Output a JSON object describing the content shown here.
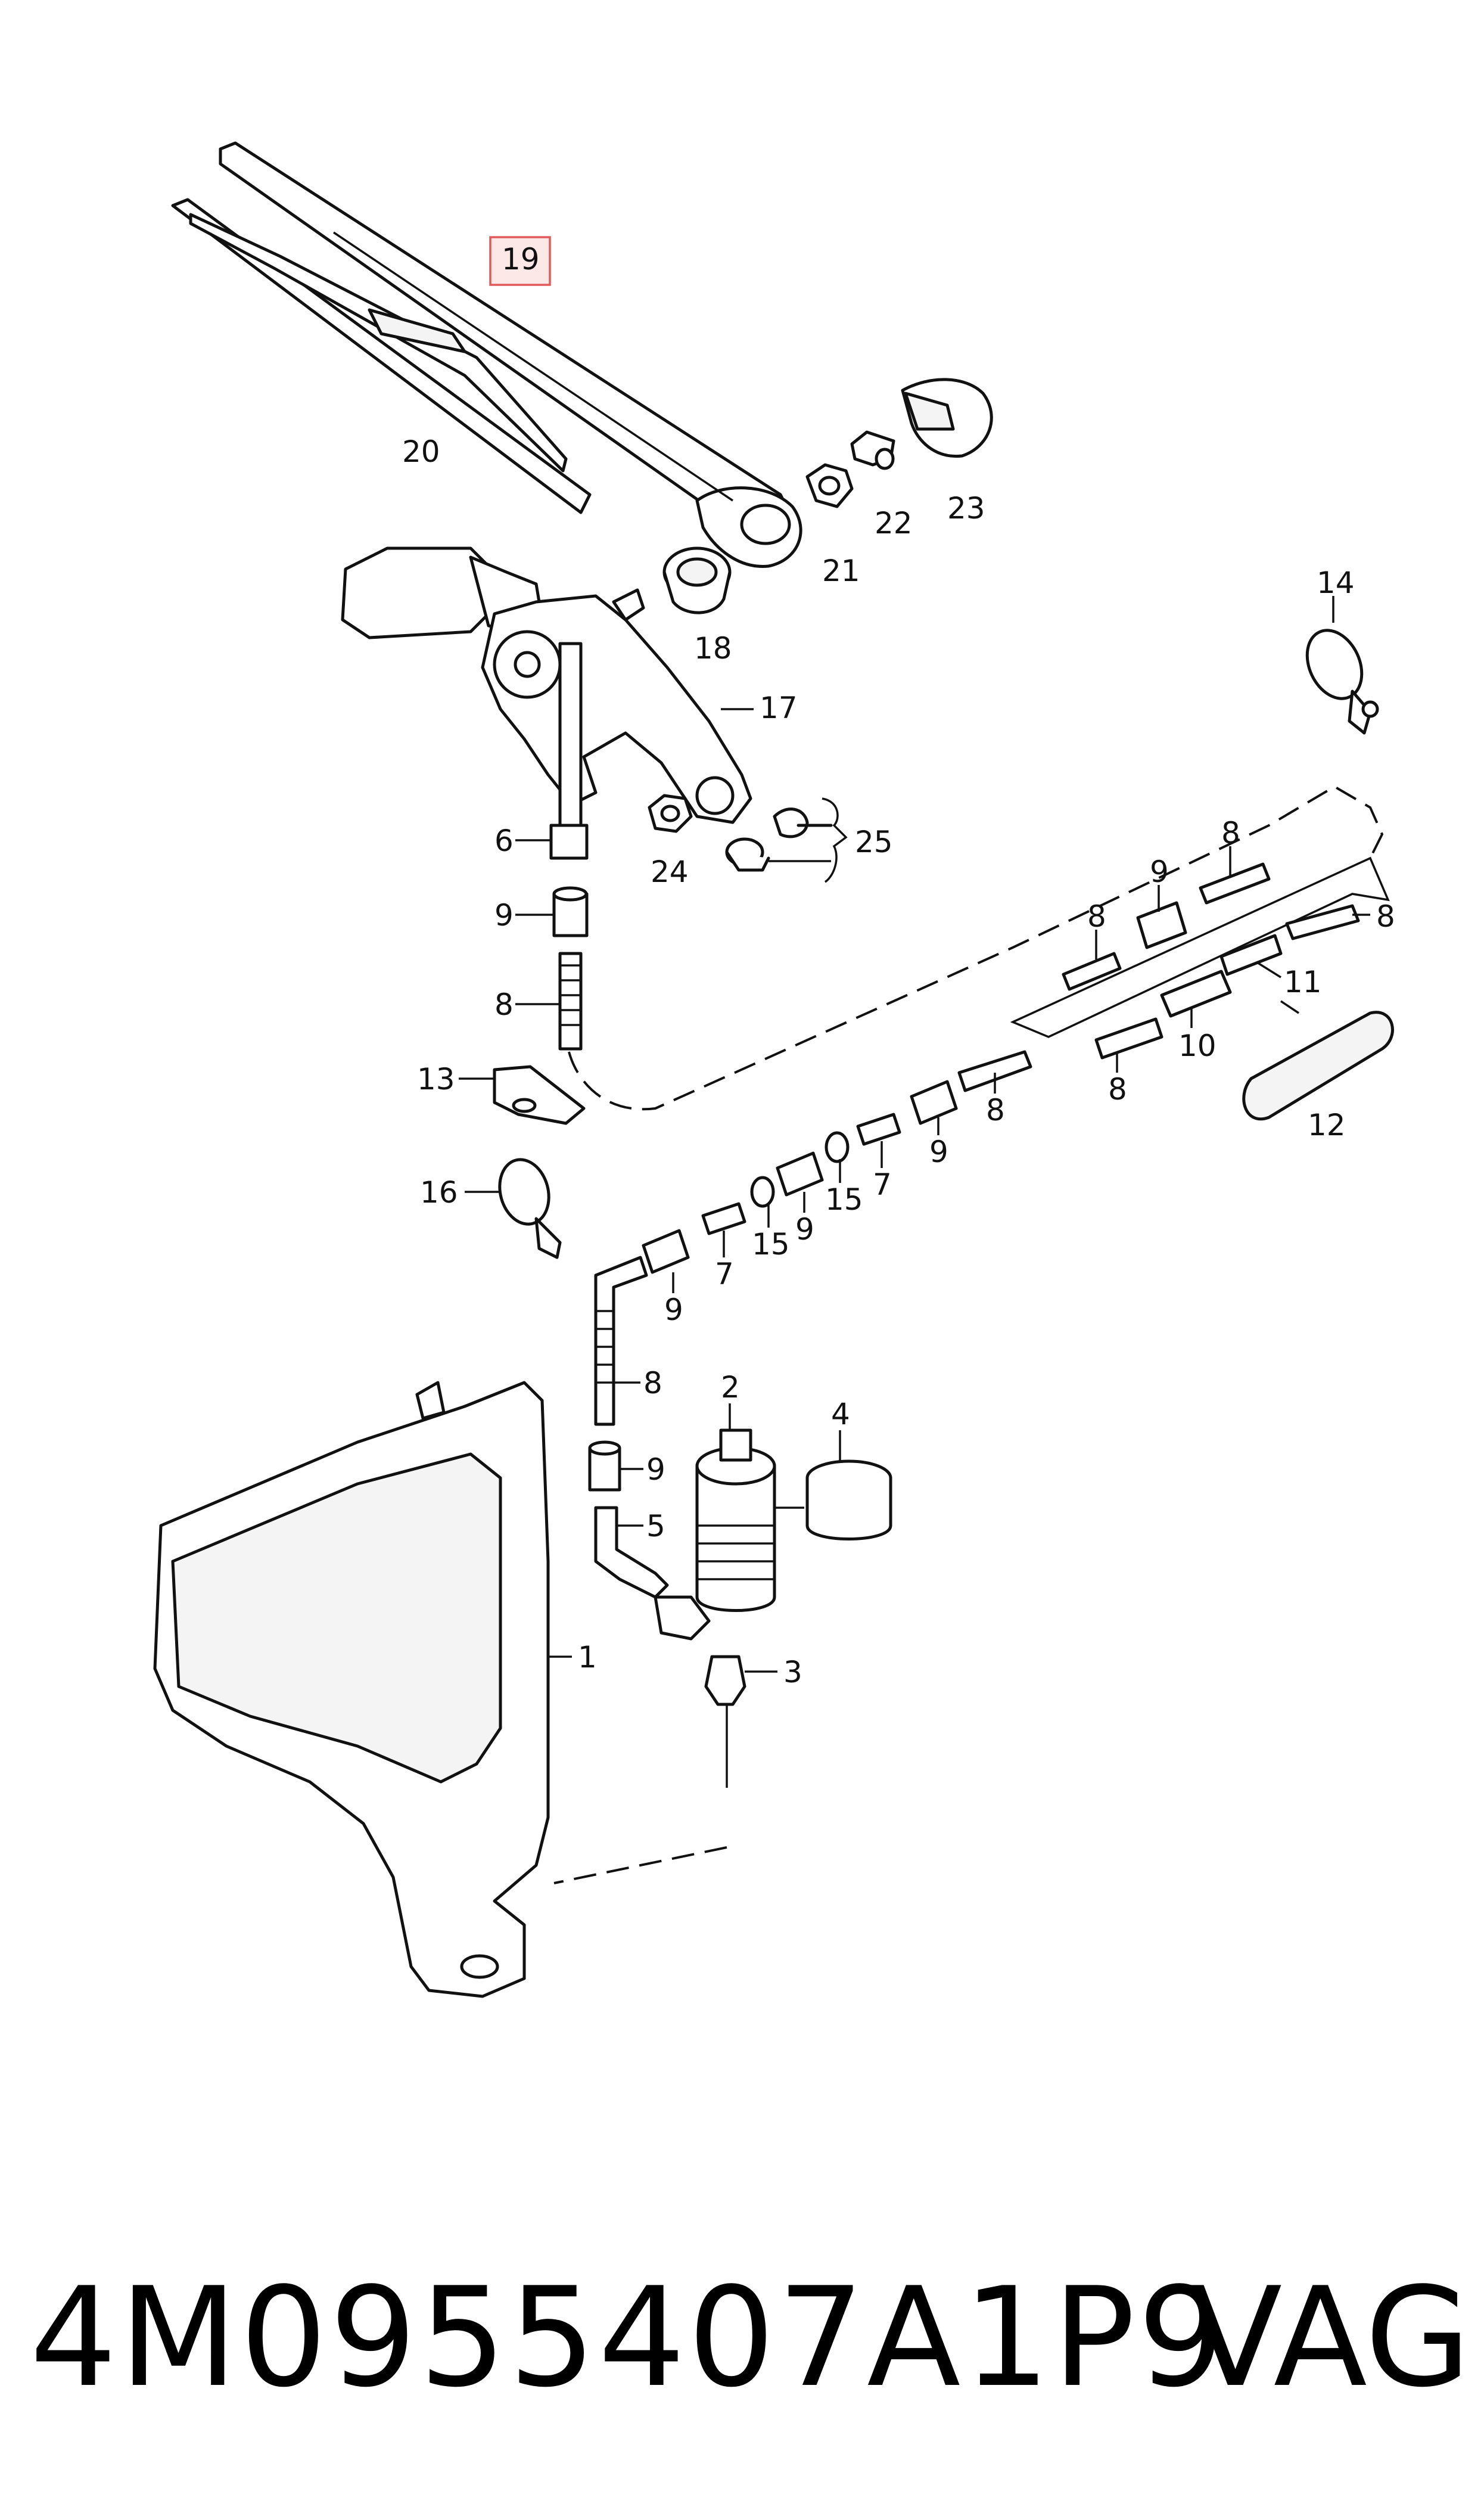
{
  "diagram": {
    "highlighted_callout": "19",
    "callouts": {
      "c19": "19",
      "c20": "20",
      "c21": "21",
      "c22": "22",
      "c23": "23",
      "c18": "18",
      "c17": "17",
      "c14": "14",
      "c6": "6",
      "c24": "24",
      "c25": "25",
      "c9a": "9",
      "c8a": "8",
      "c13": "13",
      "c8b": "8",
      "c9b": "9",
      "c8c": "8",
      "c8d": "8",
      "c11": "11",
      "c10": "10",
      "c8e": "8",
      "c12": "12",
      "c8f": "8",
      "c9c": "9",
      "c7a": "7",
      "c15a": "15",
      "c9d": "9",
      "c15b": "15",
      "c7b": "7",
      "c9e": "9",
      "c16": "16",
      "c8g": "8",
      "c2": "2",
      "c4": "4",
      "c9f": "9",
      "c5": "5",
      "c1": "1",
      "c3": "3"
    }
  },
  "footer": {
    "part_number": "4M0955407A1P9",
    "brand": "VAG"
  }
}
